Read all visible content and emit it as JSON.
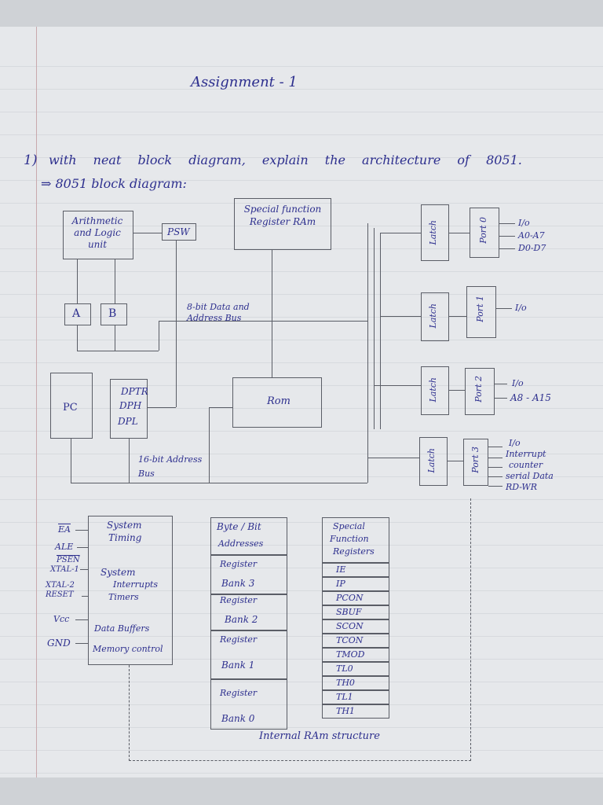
{
  "colors": {
    "ink": "#2d2f8e",
    "pencil": "#5a5d66",
    "paper": "#e6e8eb"
  },
  "title": "Assignment - 1",
  "question_number": "1)",
  "question": "with neat block diagram, explain the architecture of 8051.",
  "arrow_heading": "⇒ 8051 block diagram:",
  "diagram": {
    "alu": "Arithmetic and Logic unit",
    "psw": "PSW",
    "sfr_ram": "Special function Register RAm",
    "reg_a": "A",
    "reg_b": "B",
    "data_bus": "8-bit Data and Address Bus",
    "pc": "PC",
    "dptr": [
      "DPTR",
      "DPH",
      "DPL"
    ],
    "rom": "Rom",
    "addr_bus": "16-bit Address Bus",
    "latch": "Latch",
    "ports": [
      {
        "name": "Port 0",
        "pins": [
          "I/o",
          "A0-A7",
          "D0-D7"
        ]
      },
      {
        "name": "Port 1",
        "pins": [
          "I/o"
        ]
      },
      {
        "name": "Port 2",
        "pins": [
          "I/o",
          "A8 - A15"
        ]
      },
      {
        "name": "Port 3",
        "pins": [
          "I/o",
          "Interrupt",
          "counter",
          "serial Data",
          "RD-WR"
        ]
      }
    ],
    "pin_labels": [
      "EA",
      "ALE",
      "PSEN",
      "XTAL-1",
      "XTAL-2",
      "RESET",
      "Vcc",
      "GND"
    ],
    "system_block": [
      "System",
      "Timing",
      "System",
      "Interrupts",
      "Timers",
      "Data Buffers",
      "Memory control"
    ],
    "ram_cells": [
      "Byte / Bit",
      "Addresses",
      "Register",
      "Bank 3",
      "Register",
      "Bank 2",
      "Register",
      "Bank 1",
      "Register",
      "Bank 0"
    ],
    "sfr_list_head": [
      "Special",
      "Function",
      "Registers"
    ],
    "sfr_list": [
      "IE",
      "IP",
      "PCON",
      "SBUF",
      "SCON",
      "TCON",
      "TMOD",
      "TL0",
      "TH0",
      "TL1",
      "TH1"
    ],
    "ram_caption": "Internal RAm structure"
  }
}
